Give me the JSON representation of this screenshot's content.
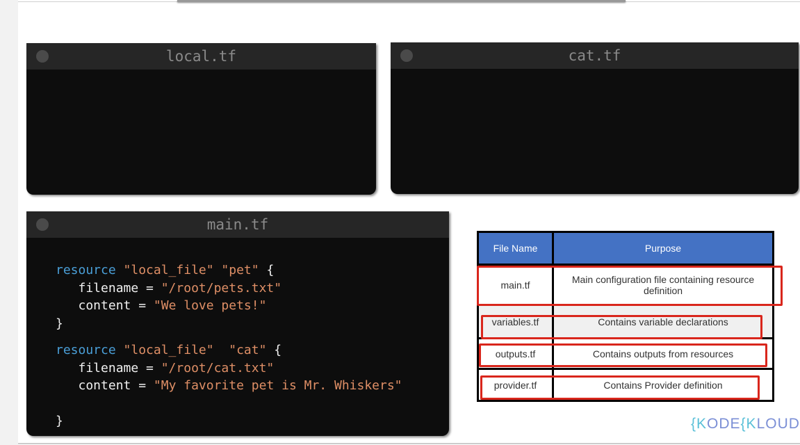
{
  "windows": {
    "local": "local.tf",
    "cat": "cat.tf",
    "main": "main.tf"
  },
  "code": [
    [
      "resource",
      " \"local_file\" \"pet\"",
      " {"
    ],
    [
      "   filename = ",
      "\"/root/pets.txt\""
    ],
    [
      "   content = ",
      "\"We love pets!\""
    ],
    [
      "}"
    ],
    [
      "resource",
      " \"local_file\"  \"cat\"",
      " {"
    ],
    [
      "   filename = ",
      "\"/root/cat.txt\""
    ],
    [
      "   content = ",
      "\"My favorite pet is Mr. Whiskers\""
    ],
    [
      "}"
    ]
  ],
  "table": {
    "headers": [
      "File Name",
      "Purpose"
    ],
    "rows": [
      [
        "main.tf",
        "Main configuration file containing resource definition"
      ],
      [
        "variables.tf",
        "Contains variable declarations"
      ],
      [
        "outputs.tf",
        "Contains outputs from resources"
      ],
      [
        "provider.tf",
        "Contains Provider definition"
      ]
    ]
  },
  "logo": {
    "a": "{K",
    "b": "ODE",
    "c": "{K",
    "d": "LOUD"
  }
}
